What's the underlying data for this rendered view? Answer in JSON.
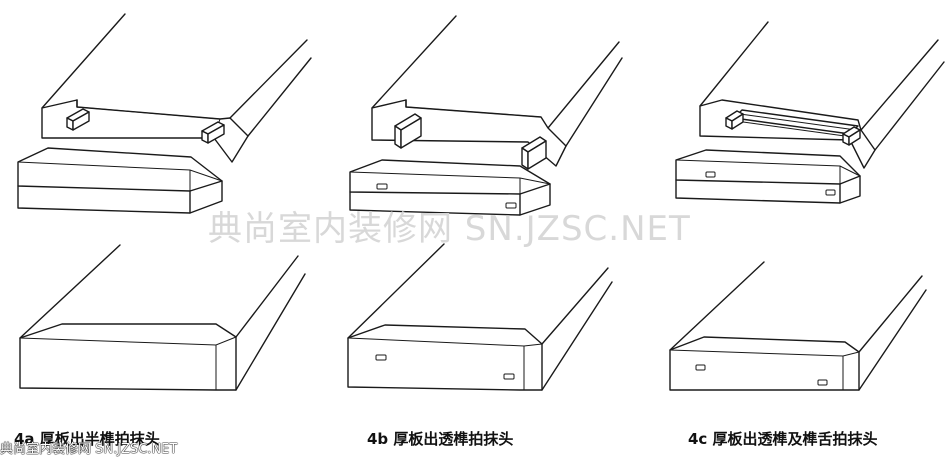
{
  "captions": {
    "a": "4a 厚板出半榫拍抹头",
    "b": "4b 厚板出透榫拍抹头",
    "c": "4c 厚板出透榫及榫舌拍抹头"
  },
  "watermark": {
    "center": "典尚室内装修网 SN.JZSC.NET",
    "bottom": "典尚室内装修网 SN.JZSC.NET"
  }
}
